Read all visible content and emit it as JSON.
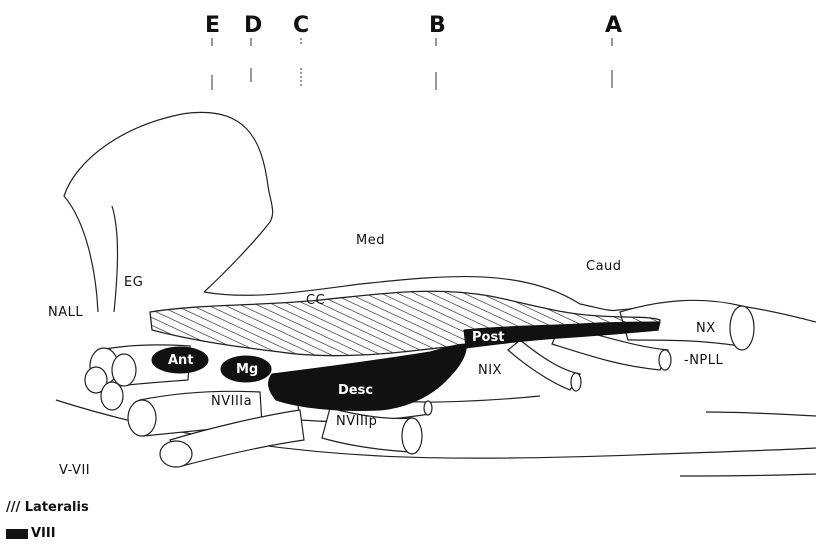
{
  "sections": [
    "E",
    "D",
    "C",
    "B",
    "A"
  ],
  "labels": {
    "med": "Med",
    "caud": "Caud",
    "eg": "EG",
    "nall": "NALL",
    "cc": "CC",
    "nx": "NX",
    "npll": "-NPLL",
    "nix": "NIX",
    "nviiia": "NVIIIa",
    "nviiip": "NVIIIp",
    "vvii": "V-VII"
  },
  "nuclei": {
    "ant": "Ant",
    "mg": "Mg",
    "desc": "Desc",
    "post": "Post"
  },
  "legend": {
    "lateralis": "/// Lateralis",
    "viii": "VIII"
  }
}
